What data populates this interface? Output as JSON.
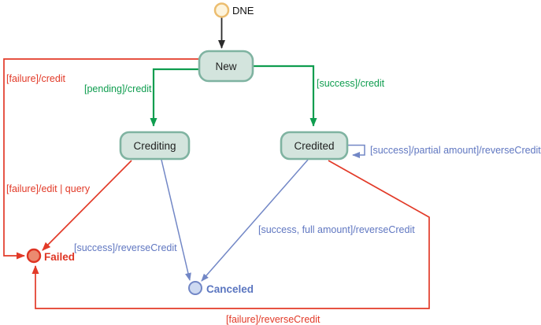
{
  "diagram": {
    "type": "state-machine",
    "nodes": {
      "dne": {
        "label": "DNE",
        "kind": "initial"
      },
      "new": {
        "label": "New",
        "kind": "state"
      },
      "crediting": {
        "label": "Crediting",
        "kind": "state"
      },
      "credited": {
        "label": "Credited",
        "kind": "state"
      },
      "failed": {
        "label": "Failed",
        "kind": "terminal"
      },
      "canceled": {
        "label": "Canceled",
        "kind": "terminal"
      }
    },
    "edges": {
      "dne_to_new": {
        "from": "DNE",
        "to": "New",
        "label": "",
        "color": "black"
      },
      "new_to_crediting": {
        "from": "New",
        "to": "Crediting",
        "label": "[pending]/credit",
        "color": "green"
      },
      "new_to_credited": {
        "from": "New",
        "to": "Credited",
        "label": "[success]/credit",
        "color": "green"
      },
      "new_to_failed": {
        "from": "New",
        "to": "Failed",
        "label": "[failure]/credit",
        "color": "red"
      },
      "crediting_to_failed": {
        "from": "Crediting",
        "to": "Failed",
        "label": "[failure]/edit | query",
        "color": "red"
      },
      "crediting_to_canceled": {
        "from": "Crediting",
        "to": "Canceled",
        "label": "[success]/reverseCredit",
        "color": "blue"
      },
      "credited_self_loop": {
        "from": "Credited",
        "to": "Credited",
        "label": "[success]/partial amount]/reverseCredit",
        "color": "blue"
      },
      "credited_to_canceled": {
        "from": "Credited",
        "to": "Canceled",
        "label": "[success, full amount]/reverseCredit",
        "color": "blue"
      },
      "credited_to_failed": {
        "from": "Credited",
        "to": "Failed",
        "label": "[failure]/reverseCredit",
        "color": "red"
      }
    },
    "colors": {
      "green": "#0f9d4f",
      "red": "#e23a28",
      "blue_line": "#7287c6",
      "blue_text": "#6077c1",
      "black": "#2b2b2b",
      "state_fill": "#d3e4dd",
      "state_stroke": "#7fb3a1",
      "initial_fill": "#fdf4dd",
      "initial_stroke": "#ecbd6f",
      "failed_fill": "#eb8a70",
      "failed_stroke": "#de3423",
      "canceled_fill": "#cdd9f1",
      "canceled_stroke": "#7287c6"
    }
  }
}
